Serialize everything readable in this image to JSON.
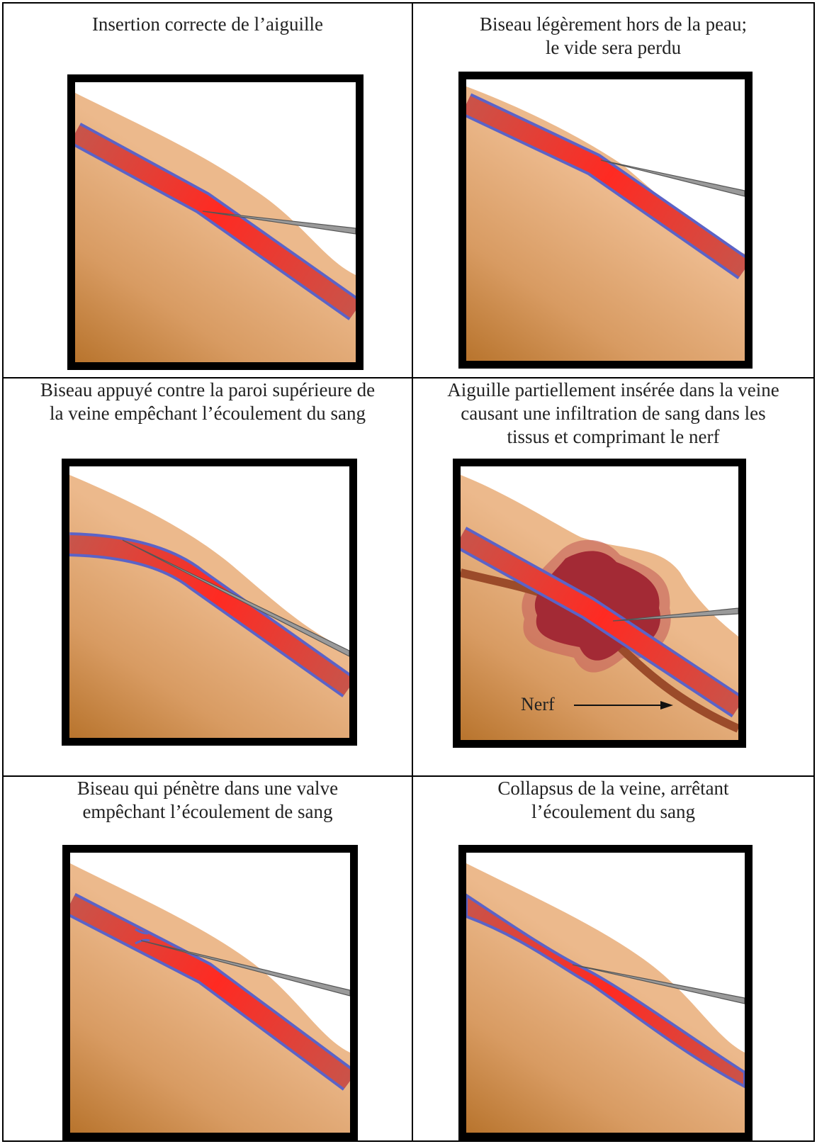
{
  "colors": {
    "skin_light": "#ecb98c",
    "skin_dark": "#b8742d",
    "vein_red": "#e04a3f",
    "vein_bright": "#ff2a22",
    "vein_border": "#5b63c7",
    "blood_dark": "#a32a35",
    "blood_halo": "#c8655c",
    "nerve": "#9b4b2a",
    "needle": "#9a9a9a",
    "frame": "#000000"
  },
  "panels": [
    {
      "caption_lines": [
        "Insertion correcte de l’aiguille"
      ]
    },
    {
      "caption_lines": [
        "Biseau légèrement hors de la peau;",
        "le vide sera perdu"
      ]
    },
    {
      "caption_lines": [
        "Biseau appuyé contre la paroi supérieure de",
        "la veine empêchant l’écoulement du sang"
      ]
    },
    {
      "caption_lines": [
        "Aiguille partiellement insérée dans la veine",
        "causant une infiltration de sang dans les",
        "tissus et comprimant le nerf"
      ]
    },
    {
      "caption_lines": [
        "Biseau qui pénètre dans une valve",
        "empêchant l’écoulement de sang"
      ]
    },
    {
      "caption_lines": [
        "Collapsus de la veine, arrêtant",
        "l’écoulement du sang"
      ]
    }
  ],
  "labels": {
    "nerve": "Nerf"
  }
}
